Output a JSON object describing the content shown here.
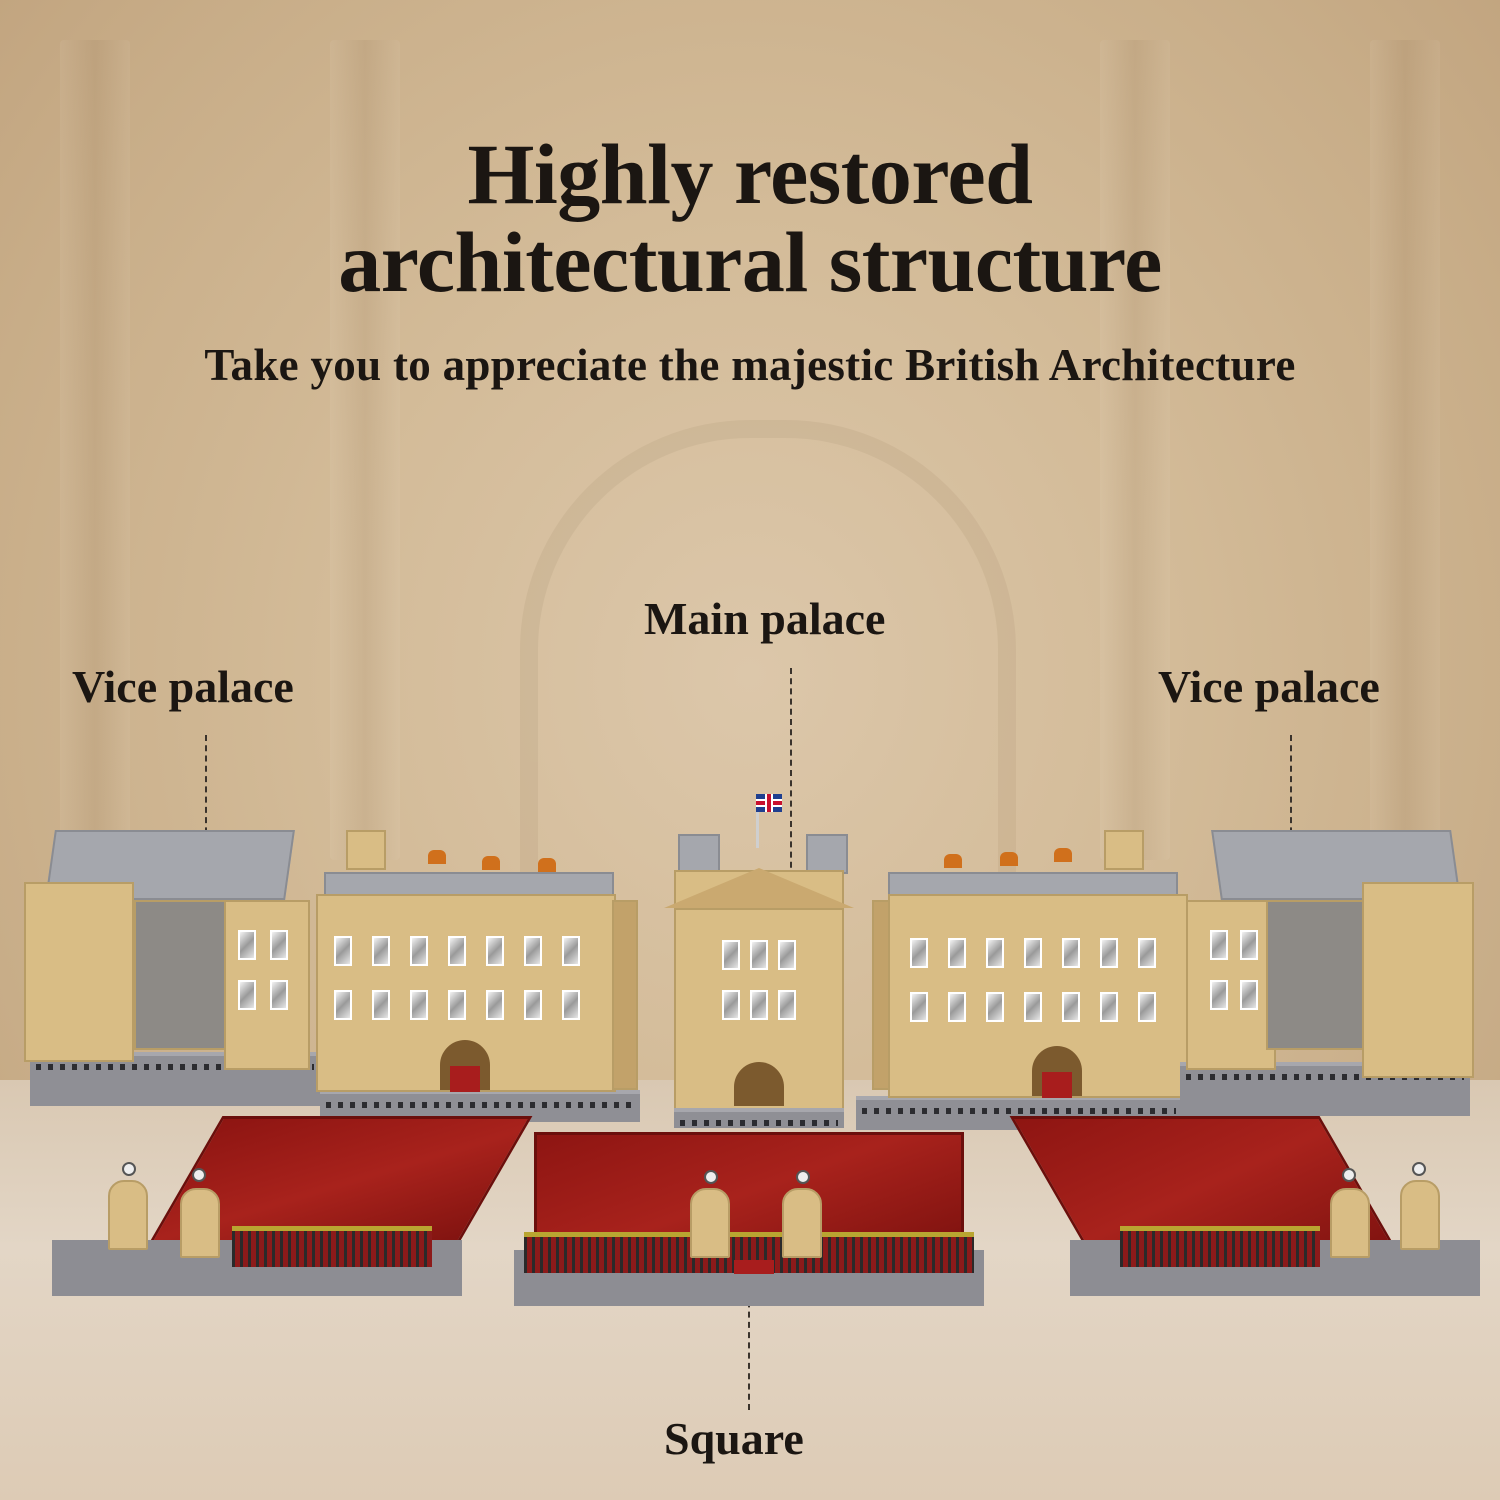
{
  "header": {
    "title_line1": "Highly restored",
    "title_line2": "architectural structure",
    "subtitle": "Take you to appreciate the majestic British Architecture"
  },
  "labels": {
    "vice_palace_left": "Vice palace",
    "main_palace": "Main palace",
    "vice_palace_right": "Vice palace",
    "square": "Square"
  },
  "colors": {
    "background": "#d3bb98",
    "text": "#1b1612",
    "brick_tan": "#d9bd85",
    "roof_grey": "#a5a7ad",
    "square_red": "#a8221c",
    "chimney_orange": "#d0701c"
  },
  "components": [
    {
      "name": "Vice palace",
      "position": "left"
    },
    {
      "name": "Wing",
      "position": "center-left"
    },
    {
      "name": "Main palace",
      "position": "center",
      "feature": "union-flag"
    },
    {
      "name": "Wing",
      "position": "center-right"
    },
    {
      "name": "Vice palace",
      "position": "right"
    },
    {
      "name": "Square",
      "position": "front",
      "pieces": 3
    }
  ]
}
